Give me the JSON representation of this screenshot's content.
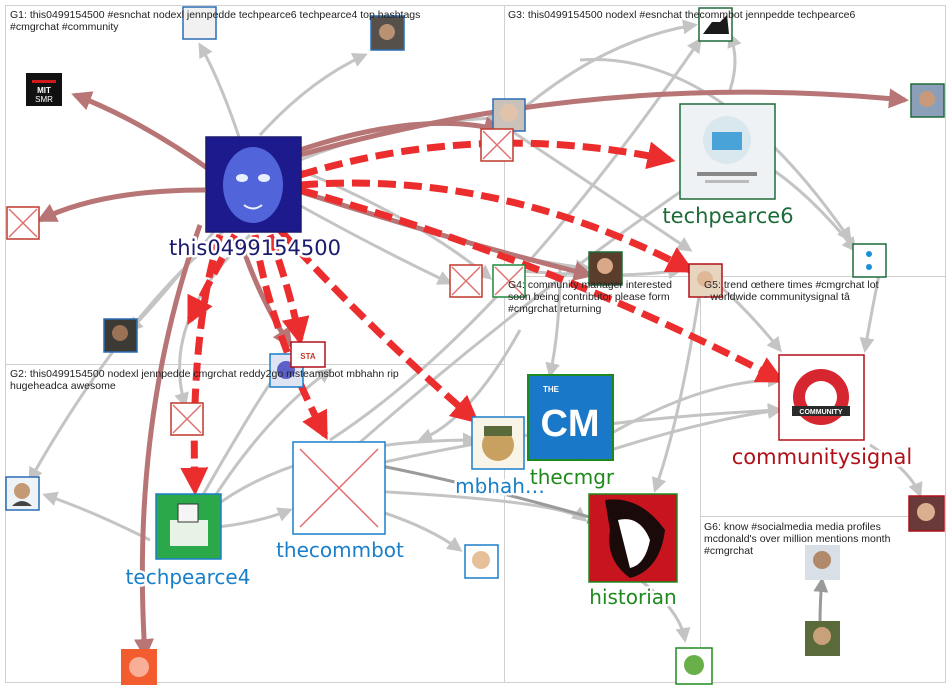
{
  "groups": [
    {
      "id": "G1",
      "title_lines": [
        "G1: this0499154500 #esnchat nodexl jennpedde techpearce6 techpearce4 top hashtags",
        "#cmgrchat #community"
      ]
    },
    {
      "id": "G2",
      "title_lines": [
        "G2: this0499154500 nodexl jennpedde cmgrchat reddy2go msteamsbot mbhahn rip",
        "hugeheadca awesome"
      ]
    },
    {
      "id": "G3",
      "title_lines": [
        "G3: this0499154500 nodexl #esnchat thecommbot jennpedde techpearce6"
      ]
    },
    {
      "id": "G4",
      "title_lines": [
        "G4: community manager interested",
        "soon being contributor please form",
        "#cmgrchat returning"
      ]
    },
    {
      "id": "G5",
      "title_lines": [
        "G5: trend œthere times #cmgrchat lot",
        "- worldwide communitysignal tâ"
      ]
    },
    {
      "id": "G6",
      "title_lines": [
        "G6: know #socialmedia media profiles",
        "mcdonald's over million mentions month",
        "#cmgrchat"
      ]
    }
  ],
  "nodes": [
    {
      "id": "this0499154500",
      "label": "this0499154500",
      "label_color": "#1a1a6e",
      "icon": "masked-face-avatar",
      "size": "large"
    },
    {
      "id": "techpearce6",
      "label": "techpearce6",
      "label_color": "#1e6b3a",
      "icon": "profile-card-avatar",
      "size": "large"
    },
    {
      "id": "techpearce4",
      "label": "techpearce4",
      "label_color": "#1a7fc9",
      "icon": "computer-desk-avatar",
      "size": "medium"
    },
    {
      "id": "thecommbot",
      "label": "thecommbot",
      "label_color": "#1a7fc9",
      "icon": "missing-image-icon",
      "size": "large"
    },
    {
      "id": "mbhahn",
      "label": "mbhah…",
      "label_color": "#1a7fc9",
      "icon": "cartoon-soldier-avatar",
      "size": "small"
    },
    {
      "id": "thecmgr",
      "label": "thecmgr",
      "label_color": "#1e8a1e",
      "icon": "cm-logo",
      "size": "medium"
    },
    {
      "id": "historian",
      "label": "historian",
      "label_color": "#1e8a1e",
      "icon": "red-face-avatar",
      "size": "medium"
    },
    {
      "id": "communitysignal",
      "label": "communitysignal",
      "label_color": "#b01018",
      "icon": "community-signal-logo",
      "size": "medium"
    },
    {
      "id": "mitsmr",
      "label": "",
      "icon": "mit-smr-logo"
    },
    {
      "id": "dots",
      "label": "",
      "icon": "dots-icon"
    }
  ],
  "colors": {
    "strong_edge": "#ec2d2d",
    "brown_edge": "#b87575",
    "grey_edge": "#c4c4c4",
    "frame": "#d0d0d0"
  }
}
